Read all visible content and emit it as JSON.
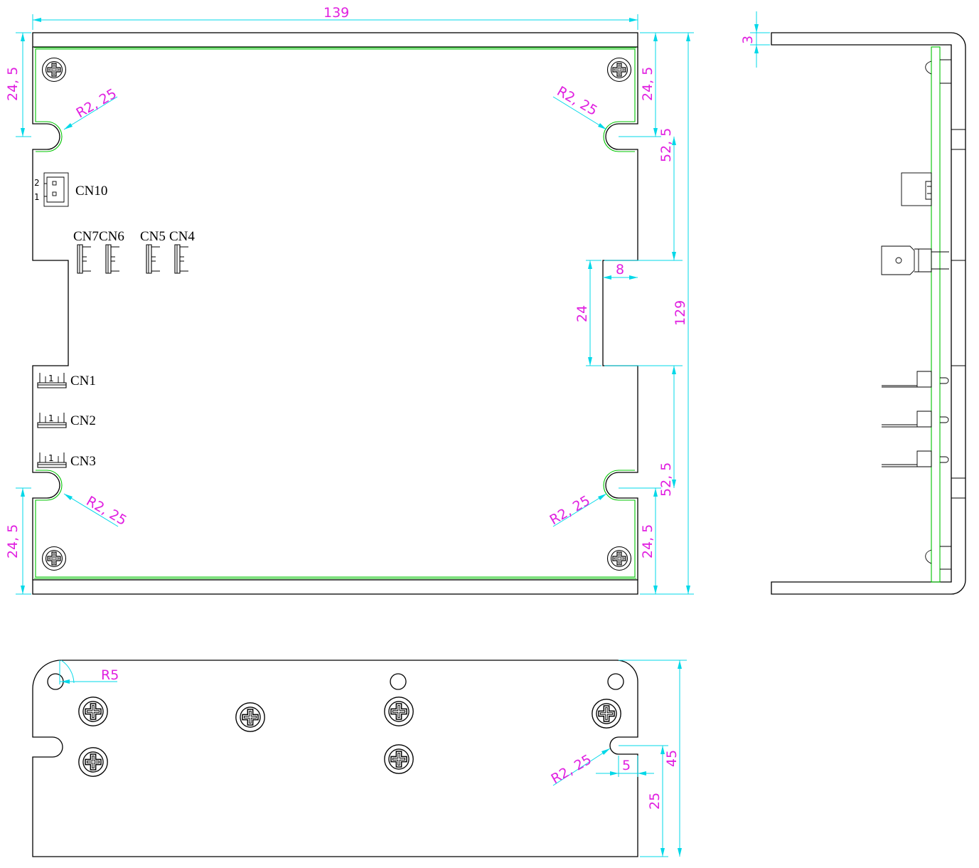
{
  "views": {
    "top": {
      "overall_width": "139",
      "slot_offset_top_left": "24, 5",
      "slot_offset_top_right": "24, 5",
      "slot_offset_bottom_left": "24, 5",
      "slot_offset_bottom_right": "24, 5",
      "slot_radius_top_left": "R2, 25",
      "slot_radius_top_right": "R2, 25",
      "slot_radius_bottom_left": "R2, 25",
      "slot_radius_bottom_right": "R2, 25",
      "notch_span_upper": "52, 5",
      "notch_span_lower": "52, 5",
      "notch_depth": "8",
      "notch_height": "24",
      "overall_height": "129"
    },
    "side": {
      "flange_thickness": "3"
    },
    "front": {
      "corner_radius": "R5",
      "slot_radius": "R2, 25",
      "slot_depth": "5",
      "slot_height": "25",
      "overall_height": "45"
    }
  },
  "connectors": {
    "cn10": {
      "label": "CN10",
      "pin_a": "2",
      "pin_b": "1"
    },
    "cn7": {
      "label": "CN7"
    },
    "cn6": {
      "label": "CN6"
    },
    "cn5": {
      "label": "CN5"
    },
    "cn4": {
      "label": "CN4"
    },
    "cn1": {
      "label": "CN1",
      "pin": "1"
    },
    "cn2": {
      "label": "CN2",
      "pin": "1"
    },
    "cn3": {
      "label": "CN3",
      "pin": "1"
    }
  },
  "colors": {
    "outline": "#000000",
    "pcb": "#00c400",
    "dimension_line": "#00d8e8",
    "dimension_text": "#e020e0"
  }
}
